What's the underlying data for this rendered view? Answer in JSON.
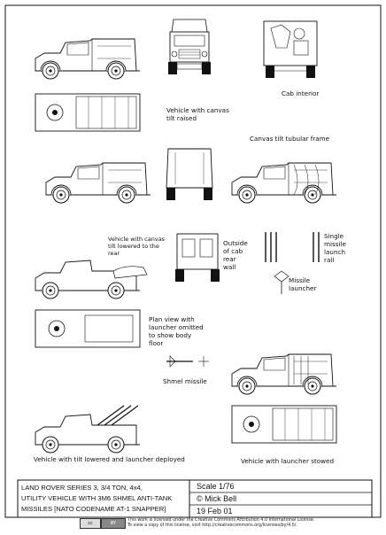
{
  "labels": {
    "cab_interior": "Cab interior",
    "tilt_raised": "Vehicle with canvas\ntilt raised",
    "tubular_frame": "Canvas tilt tubular frame",
    "tilt_lowered_rear": "Vehicle with canvas\ntilt lowered to the\nrear",
    "outside_rear_wall": "Outside\nof cab\nrear\nwall",
    "single_rail": "Single\nmissile\nlaunch\nrail",
    "missile_launcher": "Missile\nlauncher",
    "plan_view": "Plan view with\nlauncher omitted\nto show body\nfloor",
    "shmel_missile": "Shmel missile",
    "tilt_lowered_deployed": "Vehicle with tilt lowered and launcher deployed",
    "launcher_stowed": "Vehicle with launcher stowed"
  },
  "title_block": {
    "title_line1": "LAND ROVER SERIES 3, 3/4 TON, 4x4,",
    "title_line2": "UTILITY VEHICLE WITH 3M6 SHMEL ANTI-TANK",
    "title_line3": "MISSILES [NATO CODENAME AT-1 SNAPPER]",
    "scale": "Scale  1/76",
    "author": "© Mick Bell",
    "date": "19 Feb 01"
  },
  "license": {
    "badge_cc": "cc",
    "badge_by": "BY",
    "line1": "This work is licensed under the Creative Commons Attribution 4.0 International License.",
    "line2": "To view a copy of this license, visit http://creativecommons.org/licenses/by/4.0/."
  }
}
